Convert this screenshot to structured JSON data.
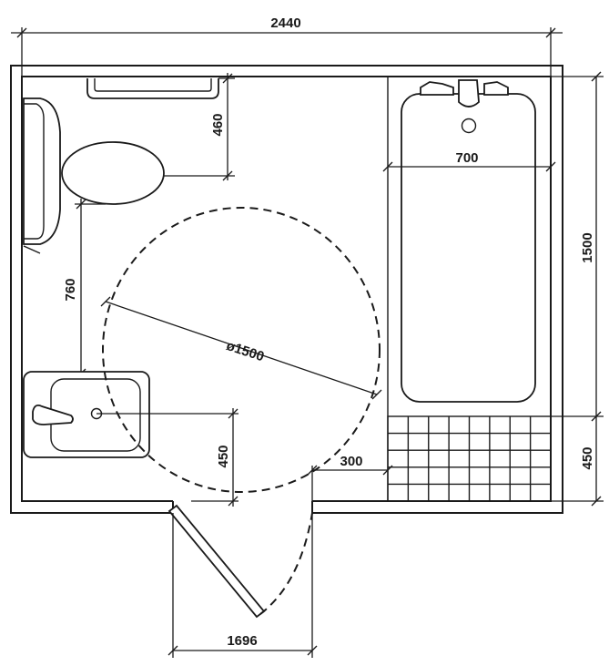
{
  "dimensions": {
    "overall_width": "2440",
    "bath_length": "1500",
    "bath_width": "700",
    "end_space": "450",
    "wc_clearance": "460",
    "wc_to_basin": "760",
    "basin_clearance": "450",
    "door_offset": "300",
    "door_opening": "1696",
    "turning_circle": "ø1500"
  },
  "colors": {
    "line": "#1a1a1a",
    "background": "#ffffff"
  }
}
